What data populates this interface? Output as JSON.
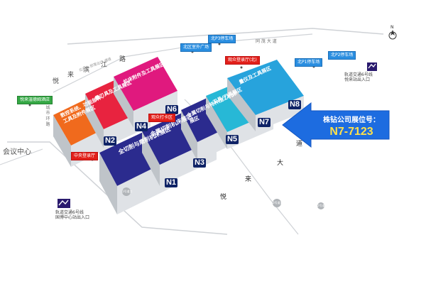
{
  "booth": {
    "title": "株钻公司展位号：",
    "number": "N7-7123"
  },
  "halls": [
    {
      "name": "N1",
      "sign": "全切削与磨削机床展区",
      "color": "#2b2b8e"
    },
    {
      "name": "N2",
      "sign": "数控系统、功能部件、工具及附件展区",
      "color": "#f06a1d"
    },
    {
      "name": "N3",
      "sign": "金属切削机床展区",
      "color": "#2b2b8e"
    },
    {
      "name": "N4",
      "sign": "量刃具及工具展区",
      "color": "#e8233f"
    },
    {
      "name": "N5",
      "sign": "金属切削与特种加工机床展区",
      "color": "#2b2b8e"
    },
    {
      "name": "N6",
      "sign": "机床附件及工具展区",
      "color": "#e0197e"
    },
    {
      "name": "N7",
      "sign": "工具/刀具展区",
      "color": "#27b8d6"
    },
    {
      "name": "N8",
      "sign": "量仪及工具展区",
      "color": "#27a3dc"
    }
  ],
  "tags": {
    "hotel": "悦来温德姆酒店",
    "central_reg": "中央登录厅",
    "north_reg": "观众登录厅(北)",
    "checkpoint": "观众打卡区",
    "north_plaza": "北区室外广场",
    "p3": "北P3停车场",
    "p2": "北P2停车场",
    "p1": "北P1停车场"
  },
  "metro": {
    "north": [
      "轨道交通6号线",
      "悦来站出入口"
    ],
    "south": [
      "轨道交通6号线",
      "国博中心站出入口"
    ]
  },
  "roads": {
    "binjiang_yue": "悦",
    "binjiang_lai": "来",
    "binjiang_bin": "滨",
    "binjiang_jiang": "江",
    "binjiang_lu": "路",
    "small_road": "北滨山 部落出口 通道",
    "tongxing": "同 茂 大 道",
    "yuelai_da": "大",
    "yuelai_dao": "道",
    "yuelai_lai": "来",
    "yuelai_yue": "悦",
    "ring": "城 市 环 路",
    "conference": "会议中心"
  },
  "small_marks": [
    "3号道口",
    "1号道口",
    "2号道口"
  ],
  "compass": "N",
  "colors": {
    "arrow": "#1d6ce0",
    "booth_number": "#ffe14a"
  }
}
